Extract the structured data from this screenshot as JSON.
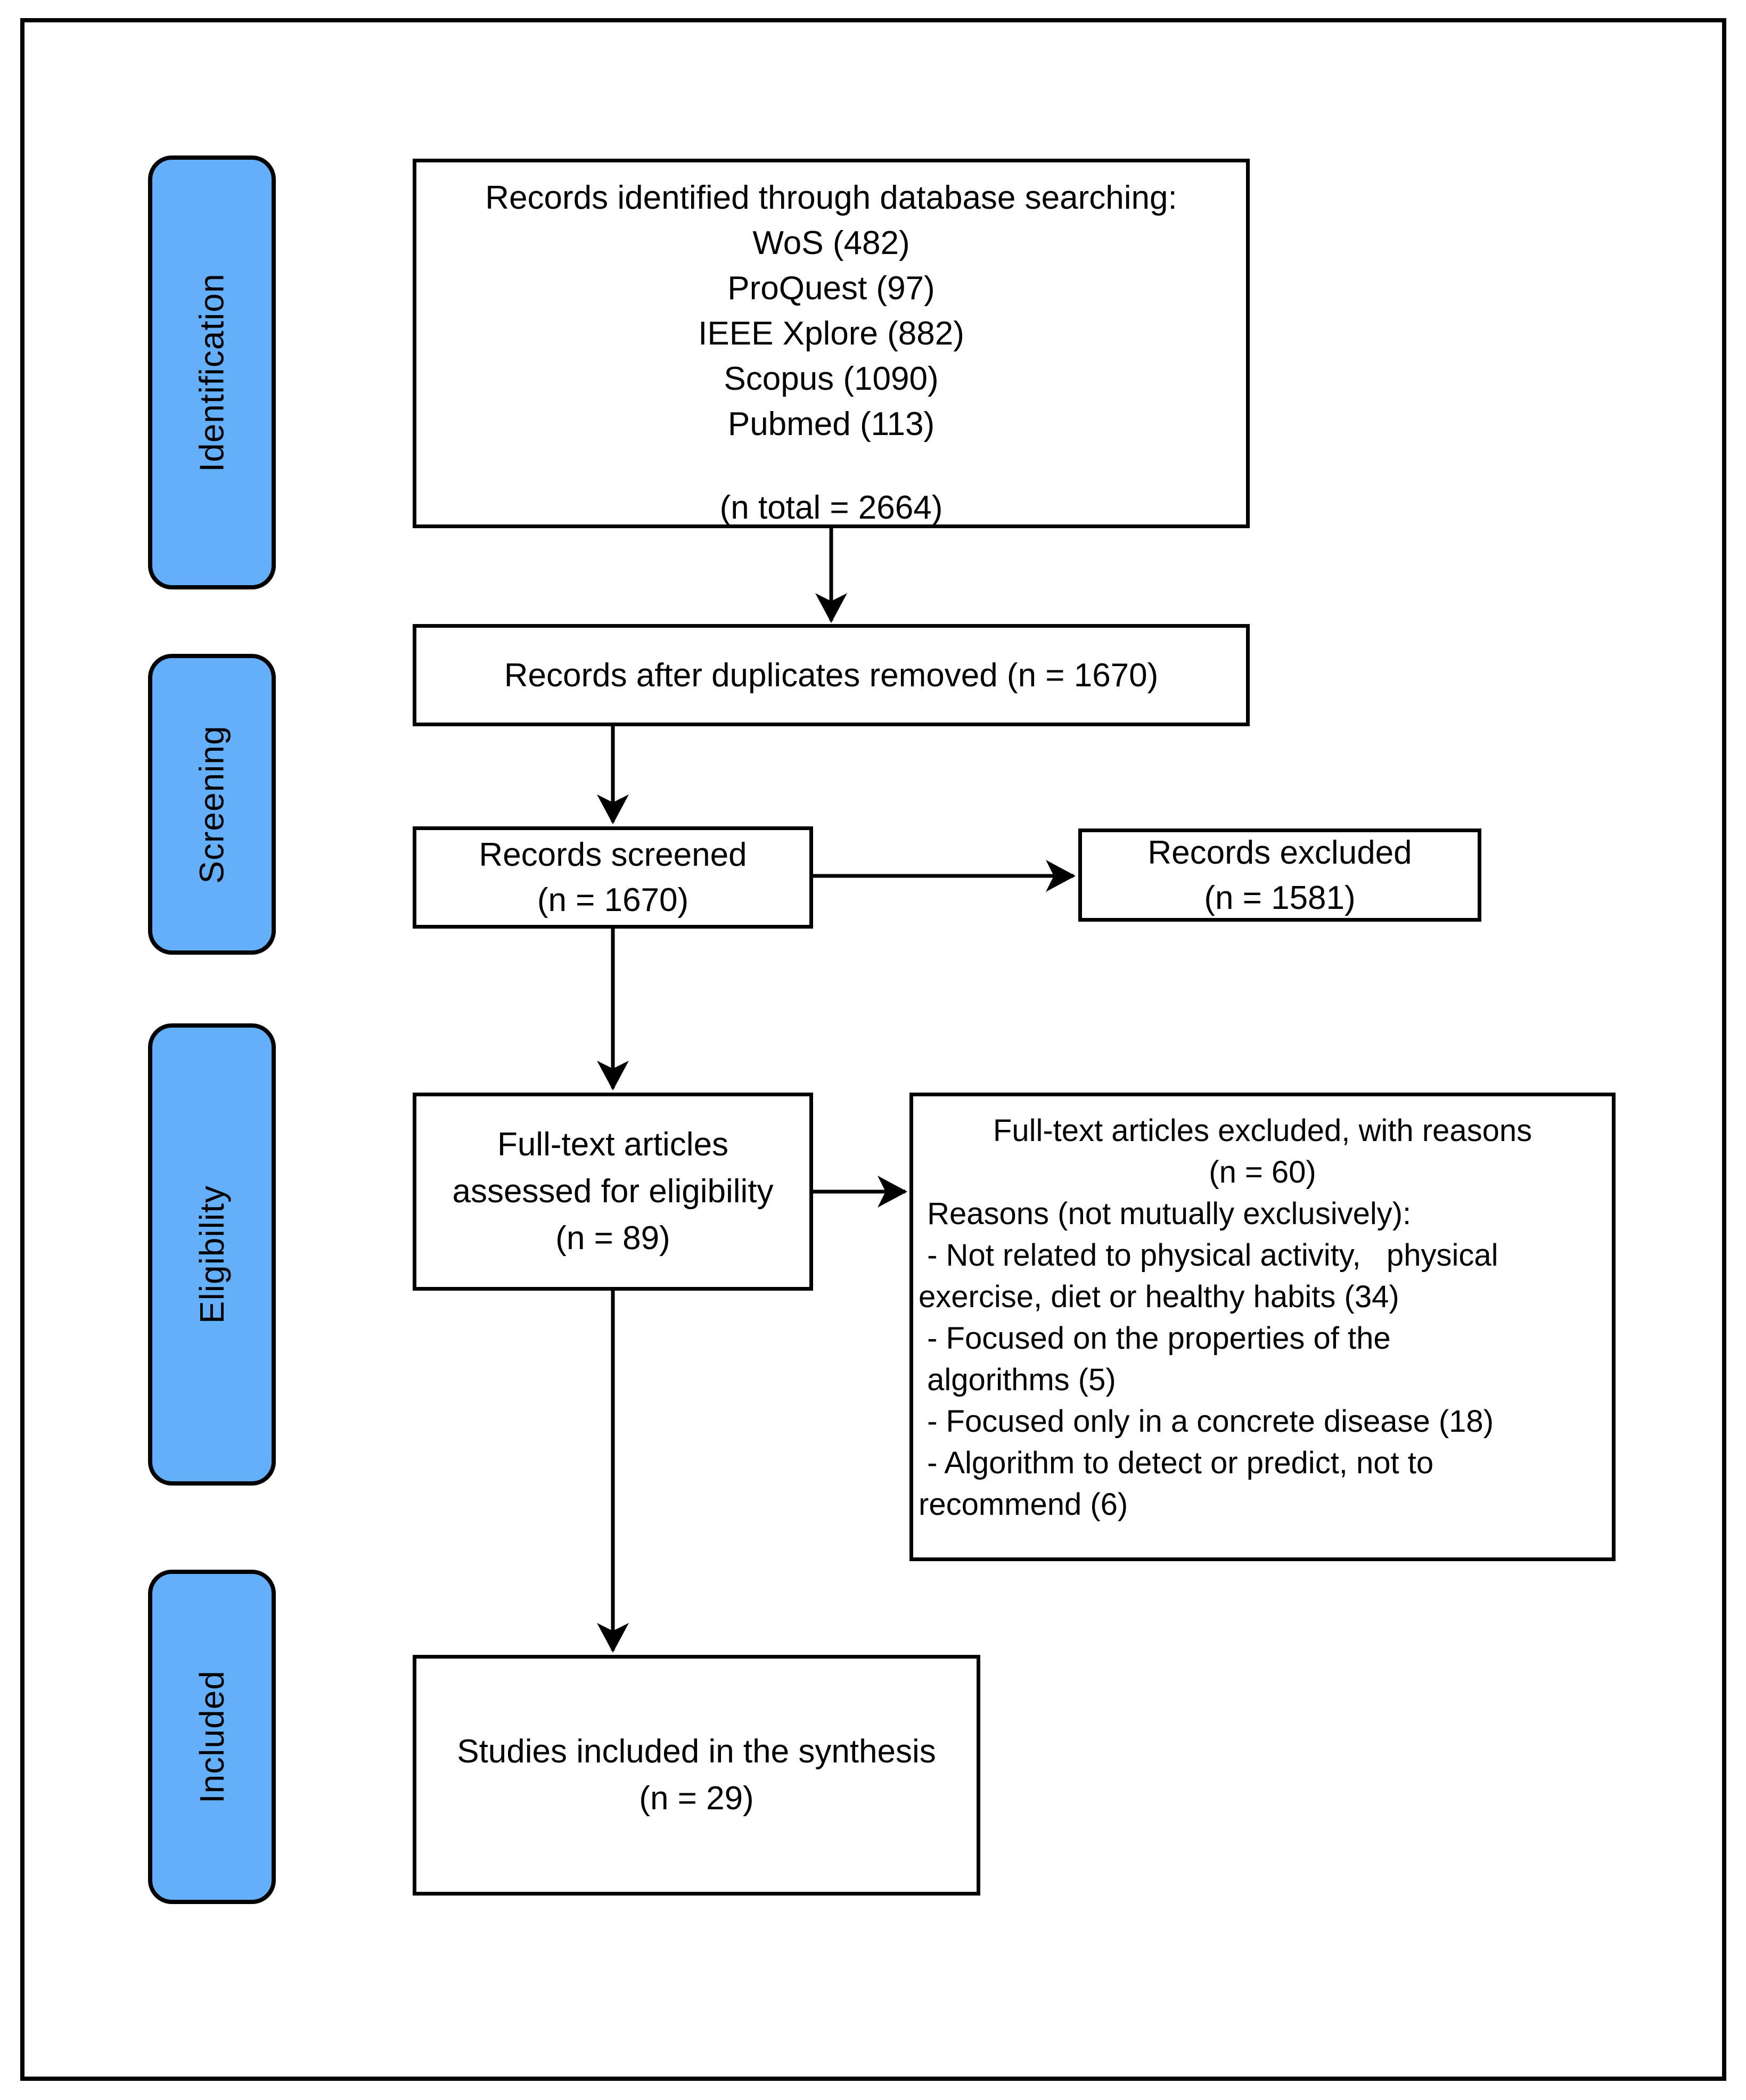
{
  "diagram": {
    "colors": {
      "stage_fill": "#64AFFA",
      "stroke": "#000000",
      "background": "#ffffff"
    },
    "sidebar": {
      "sections": [
        {
          "label": "Identification"
        },
        {
          "label": "Screening"
        },
        {
          "label": "Eligibility"
        },
        {
          "label": "Included"
        }
      ]
    },
    "boxes": {
      "records_identified": {
        "title": "Records identified through database searching:",
        "sources": [
          "WoS (482)",
          "ProQuest (97)",
          "IEEE Xplore (882)",
          "Scopus (1090)",
          "Pubmed (113)"
        ],
        "total": "(n total = 2664)"
      },
      "duplicates_removed": {
        "text": "Records after duplicates removed (n = 1670)"
      },
      "records_screened": {
        "line1": "Records screened",
        "line2": "(n = 1670)"
      },
      "records_excluded": {
        "line1": "Records excluded",
        "line2": "(n = 1581)"
      },
      "fulltext_assessed": {
        "line1": "Full-text articles",
        "line2": "assessed for eligibility",
        "line3": "(n = 89)"
      },
      "fulltext_excluded": {
        "title": "Full-text articles excluded, with reasons",
        "count": "(n = 60)",
        "reasons": " Reasons (not mutually exclusively):\n - Not related to physical activity,   physical\nexercise, diet or healthy habits (34)\n - Focused on the properties of the\n algorithms (5)\n - Focused only in a concrete disease (18)\n - Algorithm to detect or predict, not to\nrecommend (6)"
      },
      "studies_included": {
        "line1": "Studies included in the synthesis",
        "line2": "(n = 29)"
      }
    }
  }
}
